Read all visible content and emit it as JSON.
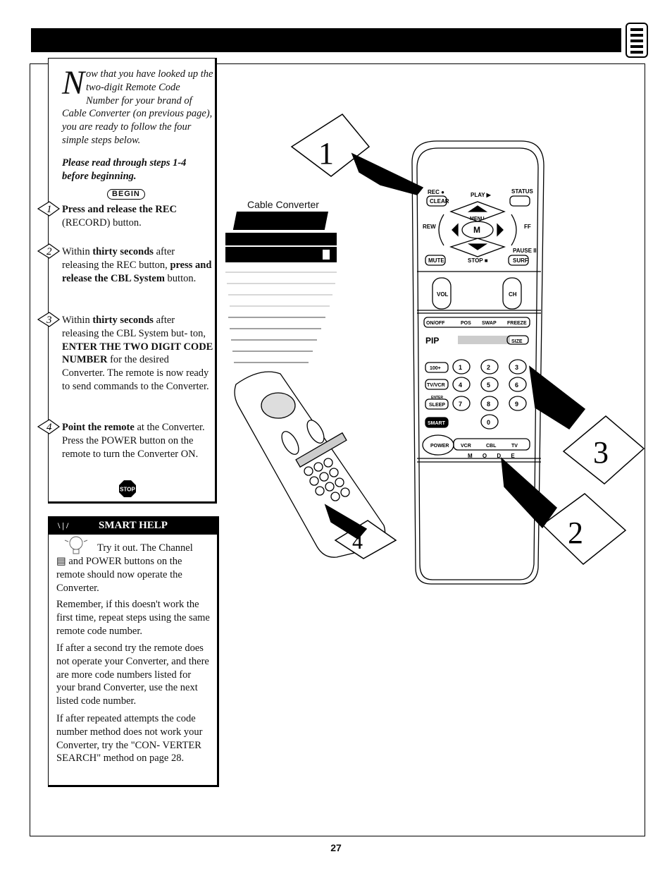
{
  "intro": {
    "dropcap": "N",
    "text": "ow that you have looked up the two-digit Remote Code Number for your brand of Cable Converter (on previous page), you are ready to follow the four simple steps below."
  },
  "read_first": "Please read through steps 1-4 before beginning.",
  "begin_label": "BEGIN",
  "steps": [
    {
      "num": "1",
      "parts": [
        {
          "b": "Press and release the REC"
        },
        {
          "t": " (RECORD) button."
        }
      ]
    },
    {
      "num": "2",
      "parts": [
        {
          "t": "Within "
        },
        {
          "b": "thirty seconds"
        },
        {
          "t": " after releasing the REC button, "
        },
        {
          "b": "press and release the CBL System"
        },
        {
          "t": " button."
        }
      ]
    },
    {
      "num": "3",
      "parts": [
        {
          "t": "Within "
        },
        {
          "b": "thirty seconds"
        },
        {
          "t": " after releasing the CBL System but- ton, "
        },
        {
          "b": "ENTER THE TWO DIGIT CODE NUMBER"
        },
        {
          "t": " for the desired Converter. The remote is now ready to send commands to the Converter."
        }
      ]
    },
    {
      "num": "4",
      "parts": [
        {
          "b": "Point the remote"
        },
        {
          "t": " at the Converter. Press the POWER button on the remote to turn the Converter ON."
        }
      ]
    }
  ],
  "stop_label": "STOP",
  "smart_help": {
    "title": "SMART HELP",
    "paragraphs": [
      "Try it out. The Channel ",
      "and POWER buttons on the remote should now operate the Converter.",
      "Remember, if this doesn't work the first time, repeat steps using the same remote code number.",
      "If after a second try the remote does not operate your Converter, and there are more code numbers listed for your brand Converter, use the next listed code number.",
      "If after repeated attempts the code number method does not work your Converter, try the \"CON- VERTER SEARCH\" method on page 28."
    ]
  },
  "cable_converter_label": "Cable Converter",
  "remote": {
    "rec": "REC ●",
    "play": "PLAY ▶",
    "status": "STATUS",
    "clear": "CLEAR",
    "menu": "MENU",
    "m": "M",
    "rew": "REW",
    "ff": "FF",
    "pause": "PAUSE II",
    "mute": "MUTE",
    "stop": "STOP ■",
    "surf": "SURF",
    "vol": "VOL",
    "ch": "CH",
    "onoff": "ON/OFF",
    "pos": "POS",
    "swap": "SWAP",
    "freeze": "FREEZE",
    "pip": "PIP",
    "size": "SIZE",
    "k100": "100+",
    "tvvcr": "TV/VCR",
    "enter": "ENTER",
    "sleep": "SLEEP",
    "smart": "SMART",
    "power": "POWER",
    "vcr": "VCR",
    "cbl": "CBL",
    "tv": "TV",
    "mode": "M O D E",
    "digits": [
      "1",
      "2",
      "3",
      "4",
      "5",
      "6",
      "7",
      "8",
      "9",
      "0"
    ]
  },
  "callouts": [
    "1",
    "2",
    "3",
    "4"
  ],
  "page_number": "27"
}
